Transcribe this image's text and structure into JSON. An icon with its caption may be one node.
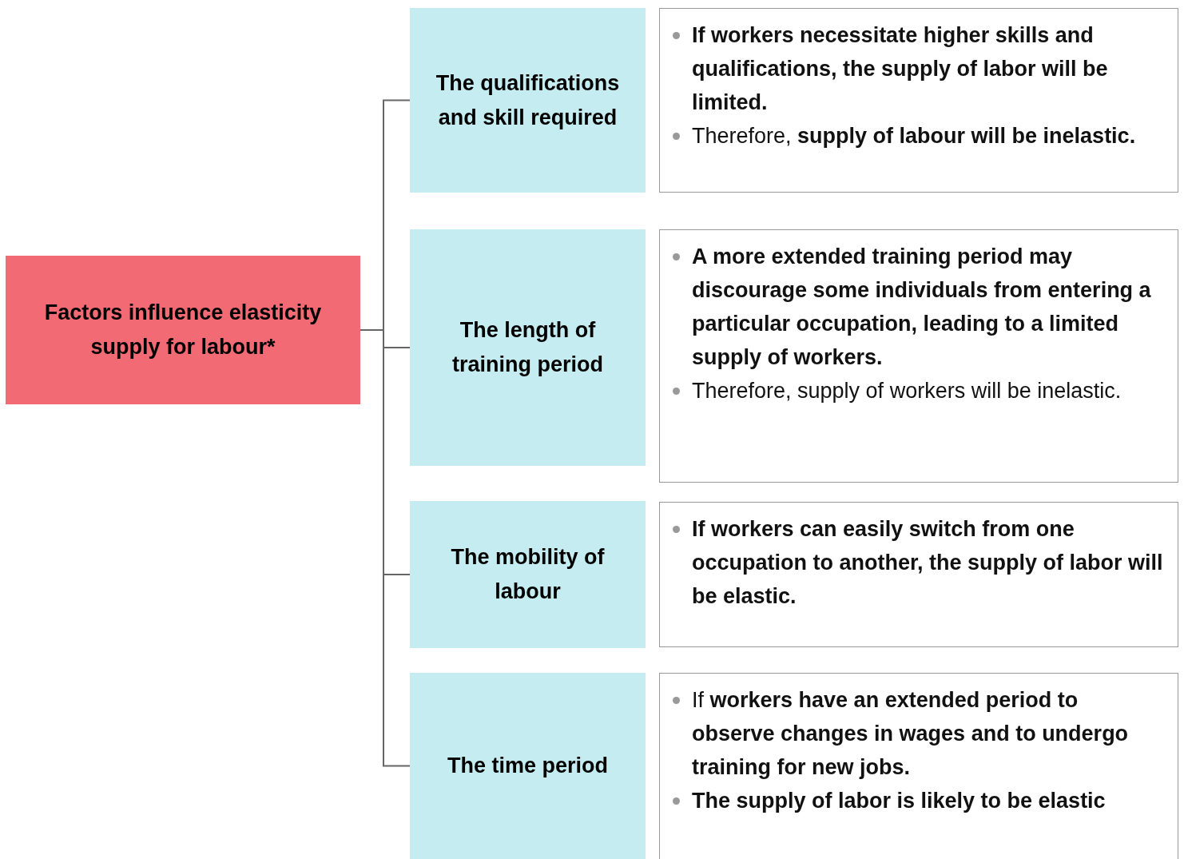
{
  "diagram": {
    "nodes": [
      {
        "text": [
          "Factors influence elasticity supply for labour*"
        ]
      },
      {
        "text": [
          "The qualifications and skill required"
        ]
      },
      {
        "text": [
          "**If workers necessitate higher skills and qualifications, the supply of labor will be limited.**",
          "Therefore, **supply of labour will be inelastic.**"
        ]
      },
      {
        "text": [
          "The length of training period"
        ]
      },
      {
        "text": [
          "**A more extended training period may discourage some individuals from entering a particular occupation, leading to a limited supply of workers.**",
          "Therefore, supply of workers will be inelastic."
        ]
      },
      {
        "text": [
          "The mobility of labour"
        ]
      },
      {
        "text": [
          "**If workers can easily switch from one occupation to another, the supply of labor will be elastic.**"
        ]
      },
      {
        "text": [
          "The time period"
        ]
      },
      {
        "text": [
          "If **workers have an extended period to observe changes in wages and to undergo training for new jobs.**",
          "**The supply of labor is likely to be elastic**"
        ]
      }
    ],
    "edges": [
      {
        "from": 0,
        "to": 1,
        "arrow": "none"
      },
      {
        "from": 0,
        "to": 3,
        "arrow": "none"
      },
      {
        "from": 0,
        "to": 5,
        "arrow": "none"
      },
      {
        "from": 0,
        "to": 7,
        "arrow": "none"
      }
    ]
  }
}
